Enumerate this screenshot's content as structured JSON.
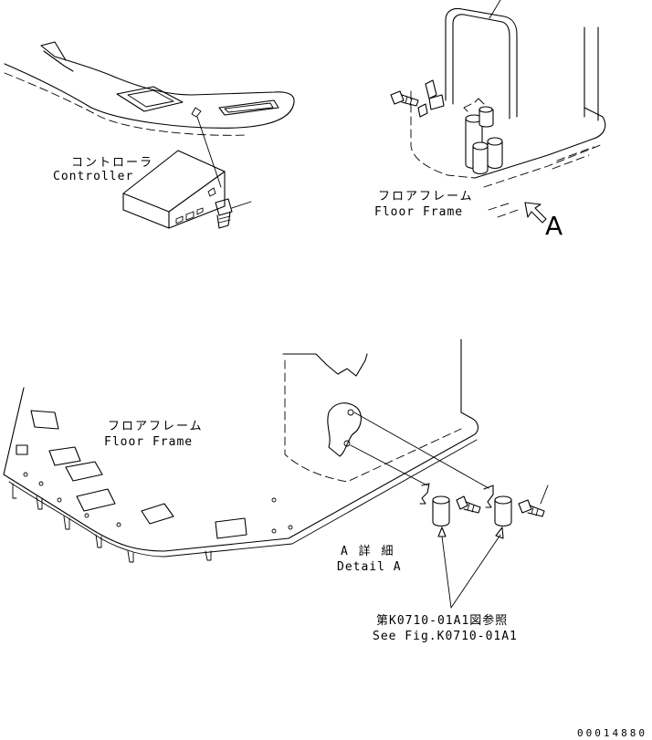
{
  "labels": {
    "controller_jp": "コントローラ",
    "controller_en": "Controller",
    "floor_frame_top_jp": "フロアフレーム",
    "floor_frame_top_en": "Floor Frame",
    "view_letter": "A",
    "floor_frame_bottom_jp": "フロアフレーム",
    "floor_frame_bottom_en": "Floor Frame",
    "detail_jp": "A 詳 細",
    "detail_en": "Detail A",
    "see_fig_jp": "第K0710-01A1図参照",
    "see_fig_en": "See Fig.K0710-01A1",
    "drawing_code": "00014880"
  }
}
